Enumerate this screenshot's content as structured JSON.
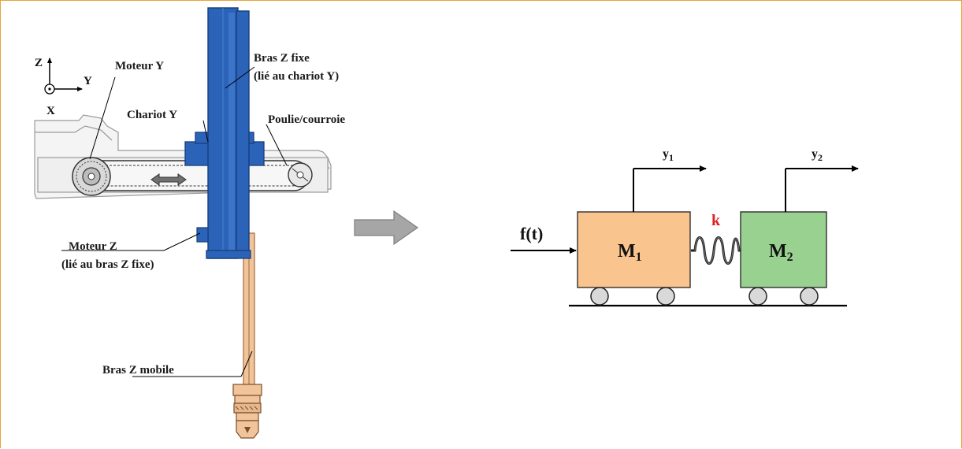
{
  "left_diagram": {
    "axes": {
      "z": "Z",
      "y": "Y",
      "x": "X"
    },
    "labels": {
      "moteur_y": "Moteur Y",
      "bras_z_fixe_1": "Bras Z fixe",
      "bras_z_fixe_2": "(lié au chariot Y)",
      "chariot_y": "Chariot Y",
      "poulie": "Poulie/courroie",
      "moteur_z_1": "Moteur Z",
      "moteur_z_2": "(lié au bras Z fixe)",
      "bras_z_mobile": "Bras Z mobile"
    }
  },
  "right_diagram": {
    "force": "f(t)",
    "mass1": {
      "base": "M",
      "sub": "1"
    },
    "mass2": {
      "base": "M",
      "sub": "2"
    },
    "spring": "k",
    "y1": {
      "base": "y",
      "sub": "1"
    },
    "y2": {
      "base": "y",
      "sub": "2"
    }
  },
  "colors": {
    "frame": "#e8a23a",
    "bras_z_fixe": "#2b63b8",
    "bras_z_mobile": "#f2c49b",
    "mass1": "#f9c48e",
    "mass2": "#99d190",
    "spring_label": "#e02020",
    "arrow": "#a6a6a6"
  }
}
